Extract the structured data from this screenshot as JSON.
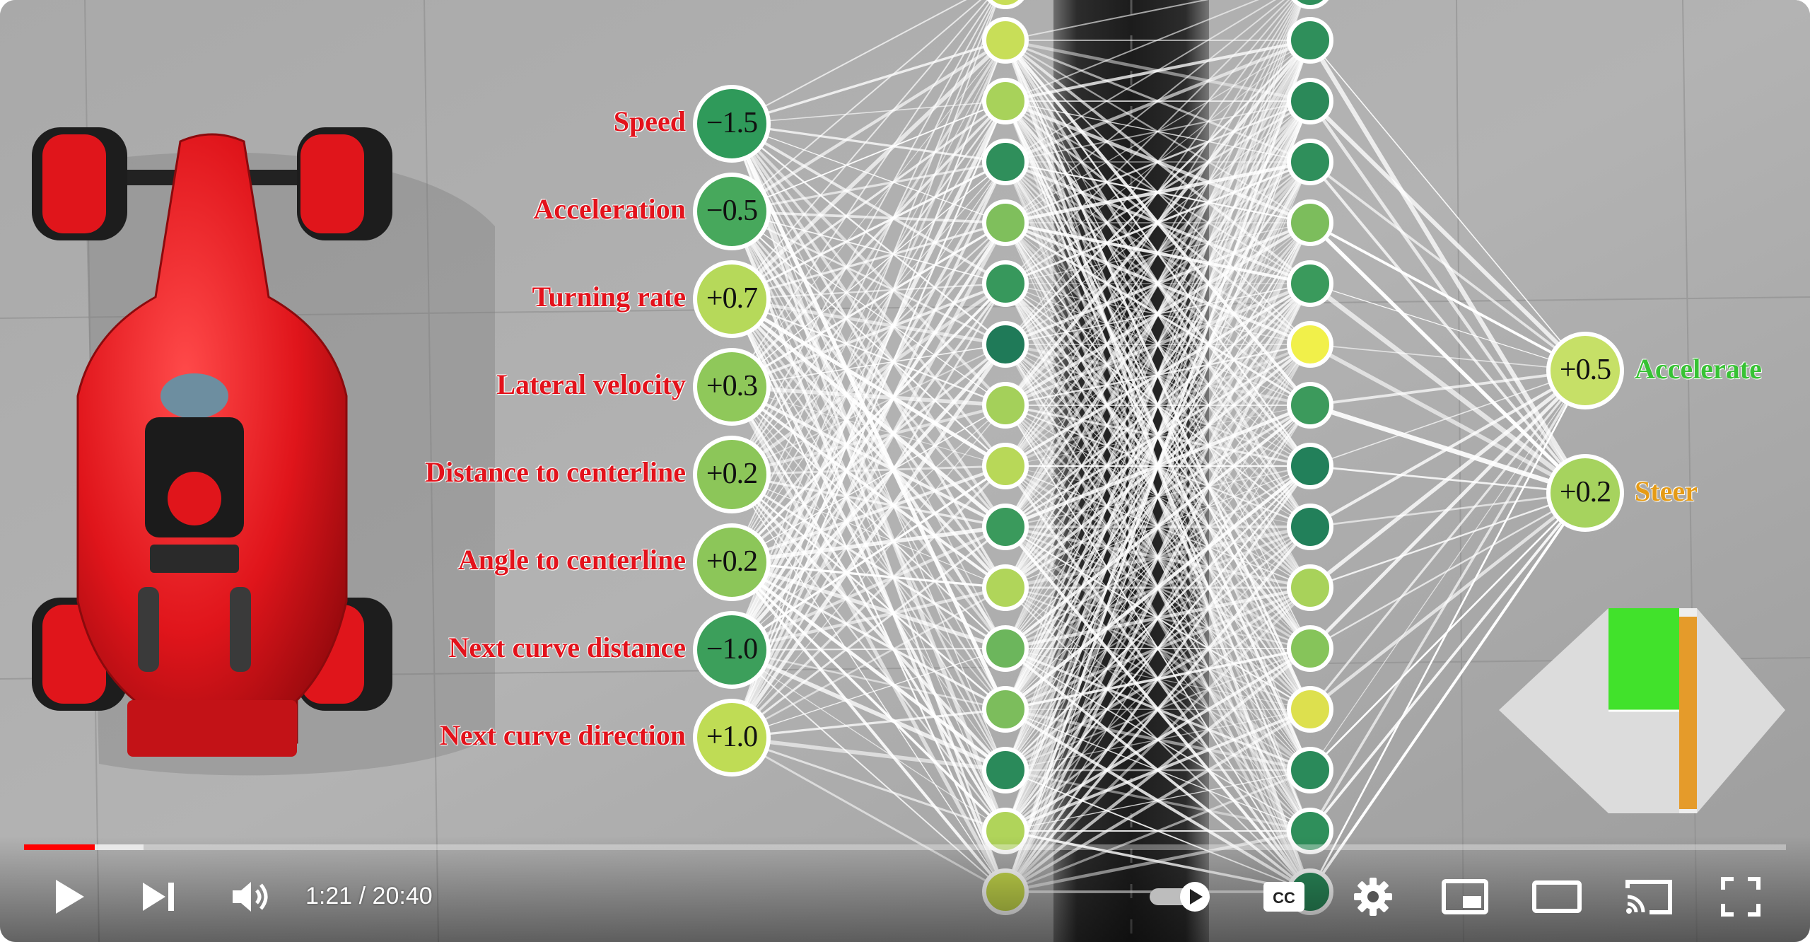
{
  "video": {
    "input_nodes": [
      {
        "label": "Speed",
        "value": "−1.5",
        "color": "#2f9a5a"
      },
      {
        "label": "Acceleration",
        "value": "−0.5",
        "color": "#47a85c"
      },
      {
        "label": "Turning rate",
        "value": "+0.7",
        "color": "#b6d95a"
      },
      {
        "label": "Lateral velocity",
        "value": "+0.3",
        "color": "#8fc85a"
      },
      {
        "label": "Distance to centerline",
        "value": "+0.2",
        "color": "#8cc659"
      },
      {
        "label": "Angle to centerline",
        "value": "+0.2",
        "color": "#8cc659"
      },
      {
        "label": "Next curve distance",
        "value": "−1.0",
        "color": "#3c9f5b"
      },
      {
        "label": "Next curve direction",
        "value": "+1.0",
        "color": "#bfdc55"
      }
    ],
    "hidden_layer_1_colors": [
      "#c8de58",
      "#a8d25a",
      "#2f8f5b",
      "#7fbf5c",
      "#37985c",
      "#1f7a58",
      "#a4d05a",
      "#b8d858",
      "#3a9a5c",
      "#b0d55a",
      "#6cb65c",
      "#7cbd5c",
      "#2a8a5a",
      "#b0d45a",
      "#c6d94c"
    ],
    "hidden_layer_2_colors": [
      "#2f8f5b",
      "#2b8959",
      "#2f8f5b",
      "#7cbd5c",
      "#3a9a5c",
      "#f1f04a",
      "#3c9a5c",
      "#22805a",
      "#22805a",
      "#a8d25a",
      "#86c45a",
      "#dde04e",
      "#2a8a5a",
      "#2f8f5b",
      "#2a8a5a"
    ],
    "output_nodes": [
      {
        "value": "+0.5",
        "label": "Accelerate",
        "label_color": "#37c234",
        "color": "#c6e067"
      },
      {
        "value": "+0.2",
        "label": "Steer",
        "label_color": "#e59b16",
        "color": "#a6d35e"
      }
    ],
    "car_color": "#e0151b",
    "accelerate_gauge_color": "#41e22b",
    "steer_gauge_color": "#e59b2a",
    "accelerate_gauge_level": 0.5,
    "steer_gauge_level": 0.2
  },
  "player": {
    "progress_played_fraction": 0.04,
    "progress_buffered_fraction": 0.068,
    "accent": "#ff0000",
    "current_time": "1:21",
    "duration": "20:40",
    "time_text": "1:21 / 20:40",
    "icons": [
      "play-icon",
      "next-icon",
      "volume-icon",
      "autoplay-toggle-icon",
      "subtitles-icon",
      "settings-icon",
      "miniplayer-icon",
      "theater-mode-icon",
      "cast-icon",
      "fullscreen-icon"
    ]
  }
}
